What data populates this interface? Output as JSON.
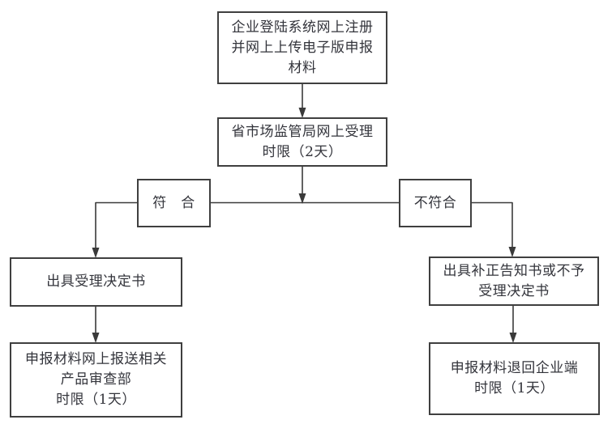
{
  "colors": {
    "background": "#ffffff",
    "box_border": "#3f3f3f",
    "line": "#3a3a3a",
    "text": "#33343b"
  },
  "nodes": {
    "register": {
      "lines": [
        "企业登陆系统网上注册",
        "并网上上传电子版申报",
        "材料"
      ]
    },
    "online_acceptance": {
      "lines": [
        "省市场监管局网上受理",
        "时限（2天）"
      ]
    },
    "conform_label": {
      "label": "符　合"
    },
    "not_conform_label": {
      "label": "不符合"
    },
    "acceptance_decision": {
      "lines": [
        "出具受理决定书"
      ]
    },
    "submit_to_review": {
      "lines": [
        "申报材料网上报送相关",
        "产品审查部",
        "时限（1天）"
      ]
    },
    "correction_notice": {
      "lines": [
        "出具补正告知书或不予",
        "受理决定书"
      ]
    },
    "return_to_enterprise": {
      "lines": [
        "申报材料退回企业端",
        "时限（1天）"
      ]
    }
  }
}
